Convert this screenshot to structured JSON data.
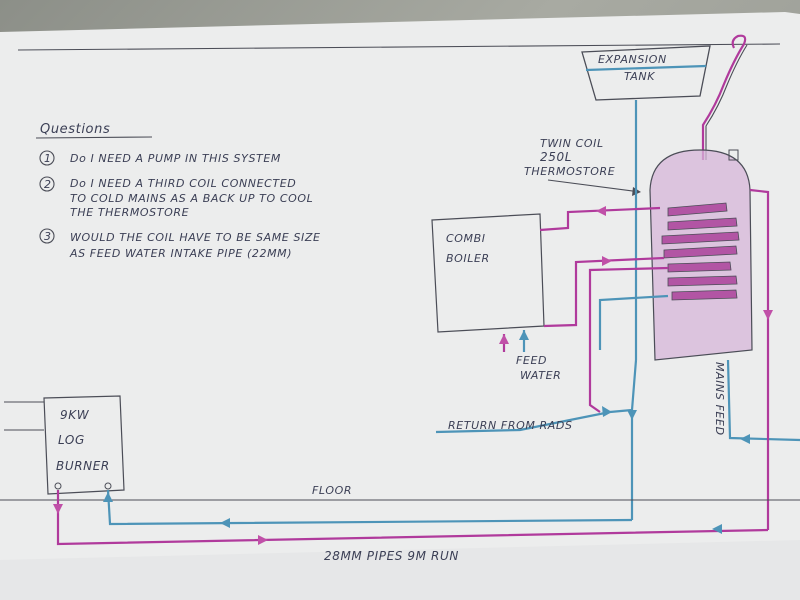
{
  "questions": {
    "title": "Questions",
    "items": [
      {
        "num": "1",
        "lines": [
          "Do I NEED A PUMP IN THIS SYSTEM"
        ]
      },
      {
        "num": "2",
        "lines": [
          "Do I NEED A THIRD COIL CONNECTED",
          "TO COLD MAINS AS A BACK UP TO COOL",
          "THE THERMOSTORE"
        ]
      },
      {
        "num": "3",
        "lines": [
          "WOULD THE COIL HAVE TO BE SAME SIZE",
          "AS FEED WATER INTAKE PIPE (22MM)"
        ]
      }
    ]
  },
  "labels": {
    "expansion_tank_line1": "EXPANSION",
    "expansion_tank_line2": "TANK",
    "thermostore_line1": "TWIN COIL",
    "thermostore_line2": "250L",
    "thermostore_line3": "THERMOSTORE",
    "combi_line1": "COMBI",
    "combi_line2": "BOILER",
    "feed_line1": "FEED",
    "feed_line2": "WATER",
    "mains_feed": "MAINS FEED",
    "return_from_rads": "RETURN FROM RADS",
    "log_line1": "9KW",
    "log_line2": "LOG",
    "log_line3": "BURNER",
    "floor": "FLOOR",
    "pipes": "28MM PIPES   9M RUN"
  },
  "colors": {
    "paper": "#ecedee",
    "pencil": "#4b4d57",
    "hot_pipe": "#b03a9c",
    "cold_pipe": "#4d94b8"
  }
}
